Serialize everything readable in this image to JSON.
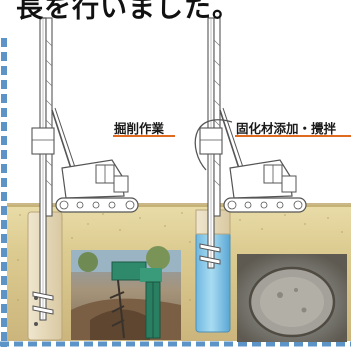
{
  "header": {
    "text": "長を行いました。"
  },
  "steps": [
    {
      "label": "掘削作業"
    },
    {
      "label": "固化材添加・攪拌"
    }
  ],
  "colors": {
    "accent_blue": "#5c94c8",
    "underline_orange": "#e06a1e",
    "rig_frame": "#555555",
    "ground": "#dccb90",
    "soil_column": "#e7dcc0",
    "cement_column": "#8ecbe8"
  }
}
